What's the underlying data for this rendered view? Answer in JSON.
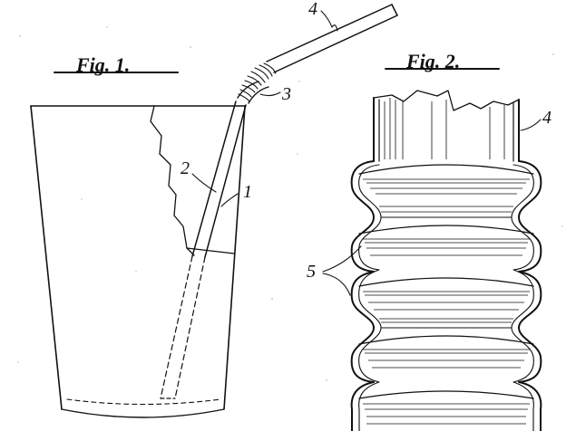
{
  "figures": [
    {
      "id": "fig1",
      "caption": "Fig. 1."
    },
    {
      "id": "fig2",
      "caption": "Fig. 2."
    }
  ],
  "reference_numerals": {
    "fig1": [
      "1",
      "2",
      "3",
      "4"
    ],
    "fig2": [
      "4",
      "5"
    ]
  },
  "colors": {
    "ink": "#111111",
    "paper": "#ffffff"
  }
}
